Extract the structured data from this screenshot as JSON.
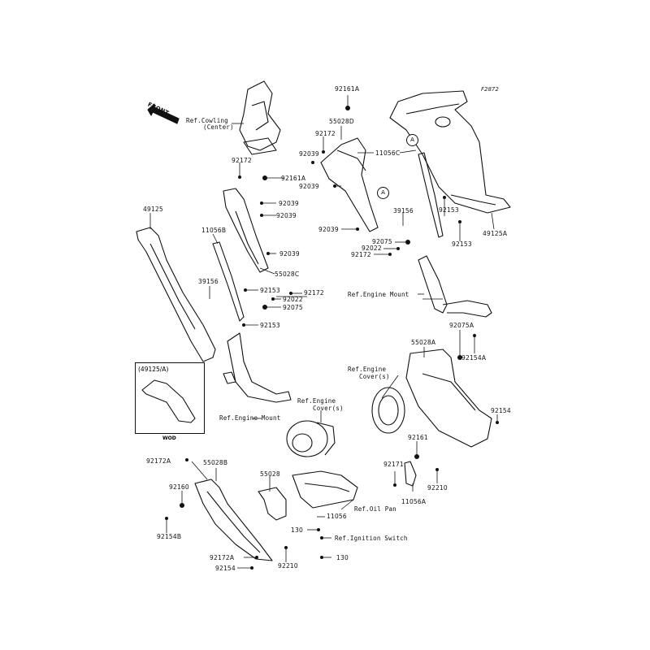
{
  "figure_id": "F2872",
  "front_badge": "FRONT",
  "inset": {
    "title": "(49125/A)",
    "footer": "WOD"
  },
  "circle_markers": [
    "A",
    "A"
  ],
  "parts": [
    {
      "id": "p1",
      "text": "92161A"
    },
    {
      "id": "p2",
      "text": "55028D"
    },
    {
      "id": "p3",
      "text": "92172"
    },
    {
      "id": "p4",
      "text": "92039"
    },
    {
      "id": "p5",
      "text": "11056C"
    },
    {
      "id": "p6",
      "text": "92161A"
    },
    {
      "id": "p7",
      "text": "92039"
    },
    {
      "id": "p8",
      "text": "92172"
    },
    {
      "id": "p9",
      "text": "49125"
    },
    {
      "id": "p10",
      "text": "92039"
    },
    {
      "id": "p11",
      "text": "92039"
    },
    {
      "id": "p12",
      "text": "11056B"
    },
    {
      "id": "p13",
      "text": "92039"
    },
    {
      "id": "p14",
      "text": "55028C"
    },
    {
      "id": "p15",
      "text": "39156"
    },
    {
      "id": "p16",
      "text": "92153"
    },
    {
      "id": "p17",
      "text": "92172"
    },
    {
      "id": "p18",
      "text": "92022"
    },
    {
      "id": "p19",
      "text": "92075"
    },
    {
      "id": "p20",
      "text": "92153"
    },
    {
      "id": "p21",
      "text": "92039"
    },
    {
      "id": "p22",
      "text": "39156"
    },
    {
      "id": "p23",
      "text": "92153"
    },
    {
      "id": "p24",
      "text": "49125A"
    },
    {
      "id": "p25",
      "text": "92075"
    },
    {
      "id": "p26",
      "text": "92022"
    },
    {
      "id": "p27",
      "text": "92172"
    },
    {
      "id": "p28",
      "text": "92153"
    },
    {
      "id": "p29",
      "text": "55028A"
    },
    {
      "id": "p30",
      "text": "92075A"
    },
    {
      "id": "p31",
      "text": "92154A"
    },
    {
      "id": "p32",
      "text": "92154"
    },
    {
      "id": "p33",
      "text": "92161"
    },
    {
      "id": "p34",
      "text": "92171"
    },
    {
      "id": "p35",
      "text": "92210"
    },
    {
      "id": "p36",
      "text": "11056A"
    },
    {
      "id": "p37",
      "text": "92172A"
    },
    {
      "id": "p38",
      "text": "55028B"
    },
    {
      "id": "p39",
      "text": "55028"
    },
    {
      "id": "p40",
      "text": "92160"
    },
    {
      "id": "p41",
      "text": "92154B"
    },
    {
      "id": "p42",
      "text": "130"
    },
    {
      "id": "p43",
      "text": "11056"
    },
    {
      "id": "p44",
      "text": "130"
    },
    {
      "id": "p45",
      "text": "92210"
    },
    {
      "id": "p46",
      "text": "92172A"
    },
    {
      "id": "p47",
      "text": "92154"
    }
  ],
  "references": {
    "cowling_center_1": "Ref.Cowling",
    "cowling_center_2": "(Center)",
    "engine_mount_right": "Ref.Engine Mount",
    "engine_cover_right_1": "Ref.Engine",
    "engine_cover_right_2": "Cover(s)",
    "engine_mount_left": "Ref.Engine Mount",
    "engine_cover_left_1": "Ref.Engine",
    "engine_cover_left_2": "Cover(s)",
    "oil_pan": "Ref.Oil Pan",
    "ignition_switch": "Ref.Ignition Switch"
  }
}
